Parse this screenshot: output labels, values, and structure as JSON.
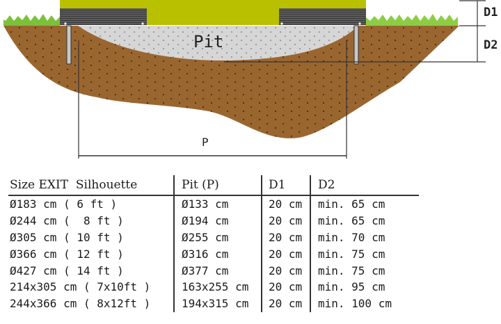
{
  "diagram": {
    "labels": {
      "pit": "Pit",
      "p": "P",
      "d1": "D1",
      "d2": "D2"
    },
    "colors": {
      "trampoline_frame": "#b9c000",
      "mat_edge": "#4a4a4a",
      "grass": "#7cc13a",
      "soil": "#9a6630",
      "soil_dots": "#3a1f0a",
      "pit_fill": "#d4d4d4",
      "lines": "#333333"
    }
  },
  "table": {
    "headers": [
      "Size EXIT  Silhouette",
      "Pit (P)",
      "D1",
      "D2"
    ],
    "rows": [
      [
        "Ø183 cm ( 6 ft )",
        "Ø133 cm",
        "20 cm",
        "min. 65 cm"
      ],
      [
        "Ø244 cm (  8 ft )",
        "Ø194 cm",
        "20 cm",
        "min. 65 cm"
      ],
      [
        "Ø305 cm ( 10 ft )",
        "Ø255 cm",
        "20 cm",
        "min. 70 cm"
      ],
      [
        "Ø366 cm ( 12 ft )",
        "Ø316 cm",
        "20 cm",
        "min. 75 cm"
      ],
      [
        "Ø427 cm ( 14 ft )",
        "Ø377 cm",
        "20 cm",
        "min. 75 cm"
      ],
      [
        "214x305 cm ( 7x10ft )",
        "163x255 cm",
        "20 cm",
        "min. 95 cm"
      ],
      [
        "244x366 cm ( 8x12ft )",
        "194x315 cm",
        "20 cm",
        "min. 100 cm"
      ]
    ]
  }
}
